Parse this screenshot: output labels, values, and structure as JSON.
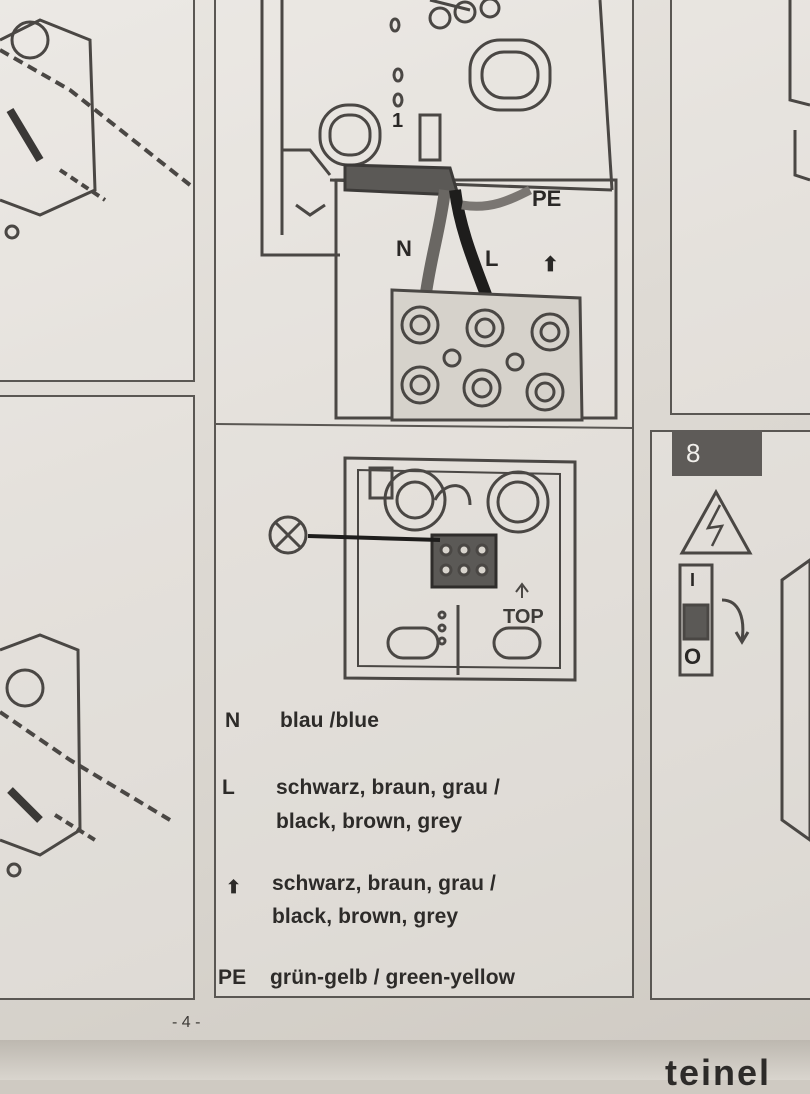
{
  "diagram": {
    "label_pe": "PE",
    "label_n": "N",
    "label_l": "L",
    "label_top": "TOP",
    "label_one": "1",
    "breaker_on": "I",
    "breaker_off": "O"
  },
  "legend": [
    {
      "key": "N",
      "lines": [
        "blau /blue"
      ]
    },
    {
      "key": "L",
      "lines": [
        "schwarz, braun, grau /",
        "black, brown, grey"
      ]
    },
    {
      "key": "arrow-up-symbol",
      "lines": [
        "schwarz, braun, grau /",
        "black, brown, grey"
      ]
    },
    {
      "key": "PE",
      "lines": [
        "grün-gelb / green-yellow"
      ]
    }
  ],
  "step_number": "8",
  "page_number": "- 4 -",
  "bottom_text": "teinel"
}
